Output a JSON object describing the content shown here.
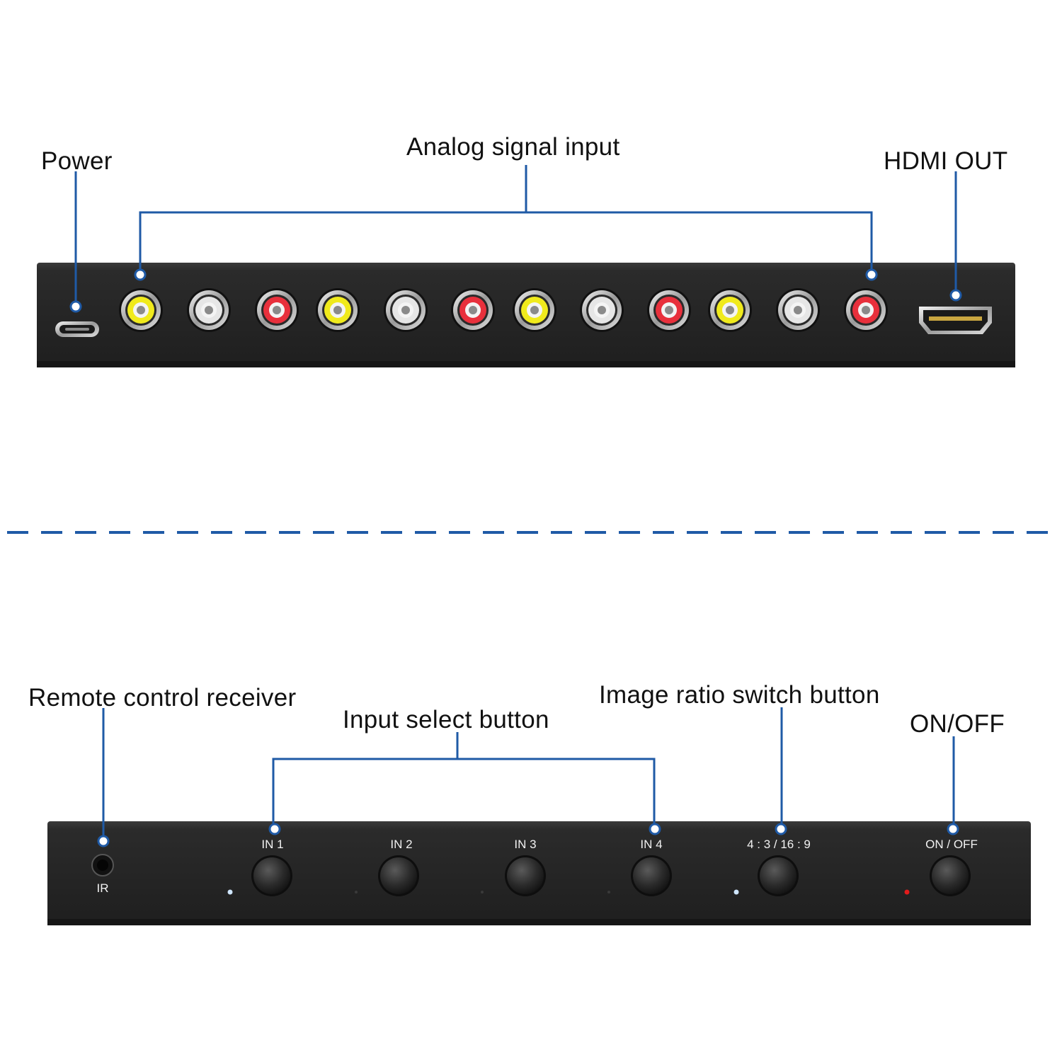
{
  "colors": {
    "accent": "#1f5aa6",
    "device_body": "#2a2a2a",
    "rca_yellow": "#f0ea1c",
    "rca_white": "#e6e6e6",
    "rca_red": "#e8303c",
    "led_blue": "#cfe6ff",
    "led_red": "#e21b1b"
  },
  "rear_panel": {
    "labels": {
      "power": "Power",
      "analog_input": "Analog signal input",
      "hdmi_out": "HDMI OUT"
    },
    "rca_jacks": [
      "yellow",
      "white",
      "red",
      "yellow",
      "white",
      "red",
      "yellow",
      "white",
      "red",
      "yellow",
      "white",
      "red"
    ]
  },
  "front_panel": {
    "labels": {
      "remote_receiver": "Remote control receiver",
      "input_select": "Input select button",
      "ratio_switch": "Image ratio switch button",
      "on_off": "ON/OFF"
    },
    "ir_label": "IR",
    "buttons": [
      {
        "label": "IN 1",
        "led": "blue"
      },
      {
        "label": "IN 2",
        "led": "off"
      },
      {
        "label": "IN 3",
        "led": "off"
      },
      {
        "label": "IN 4",
        "led": "off"
      },
      {
        "label": "4 : 3 / 16 : 9",
        "led": "blue"
      },
      {
        "label": "ON / OFF",
        "led": "red"
      }
    ]
  }
}
